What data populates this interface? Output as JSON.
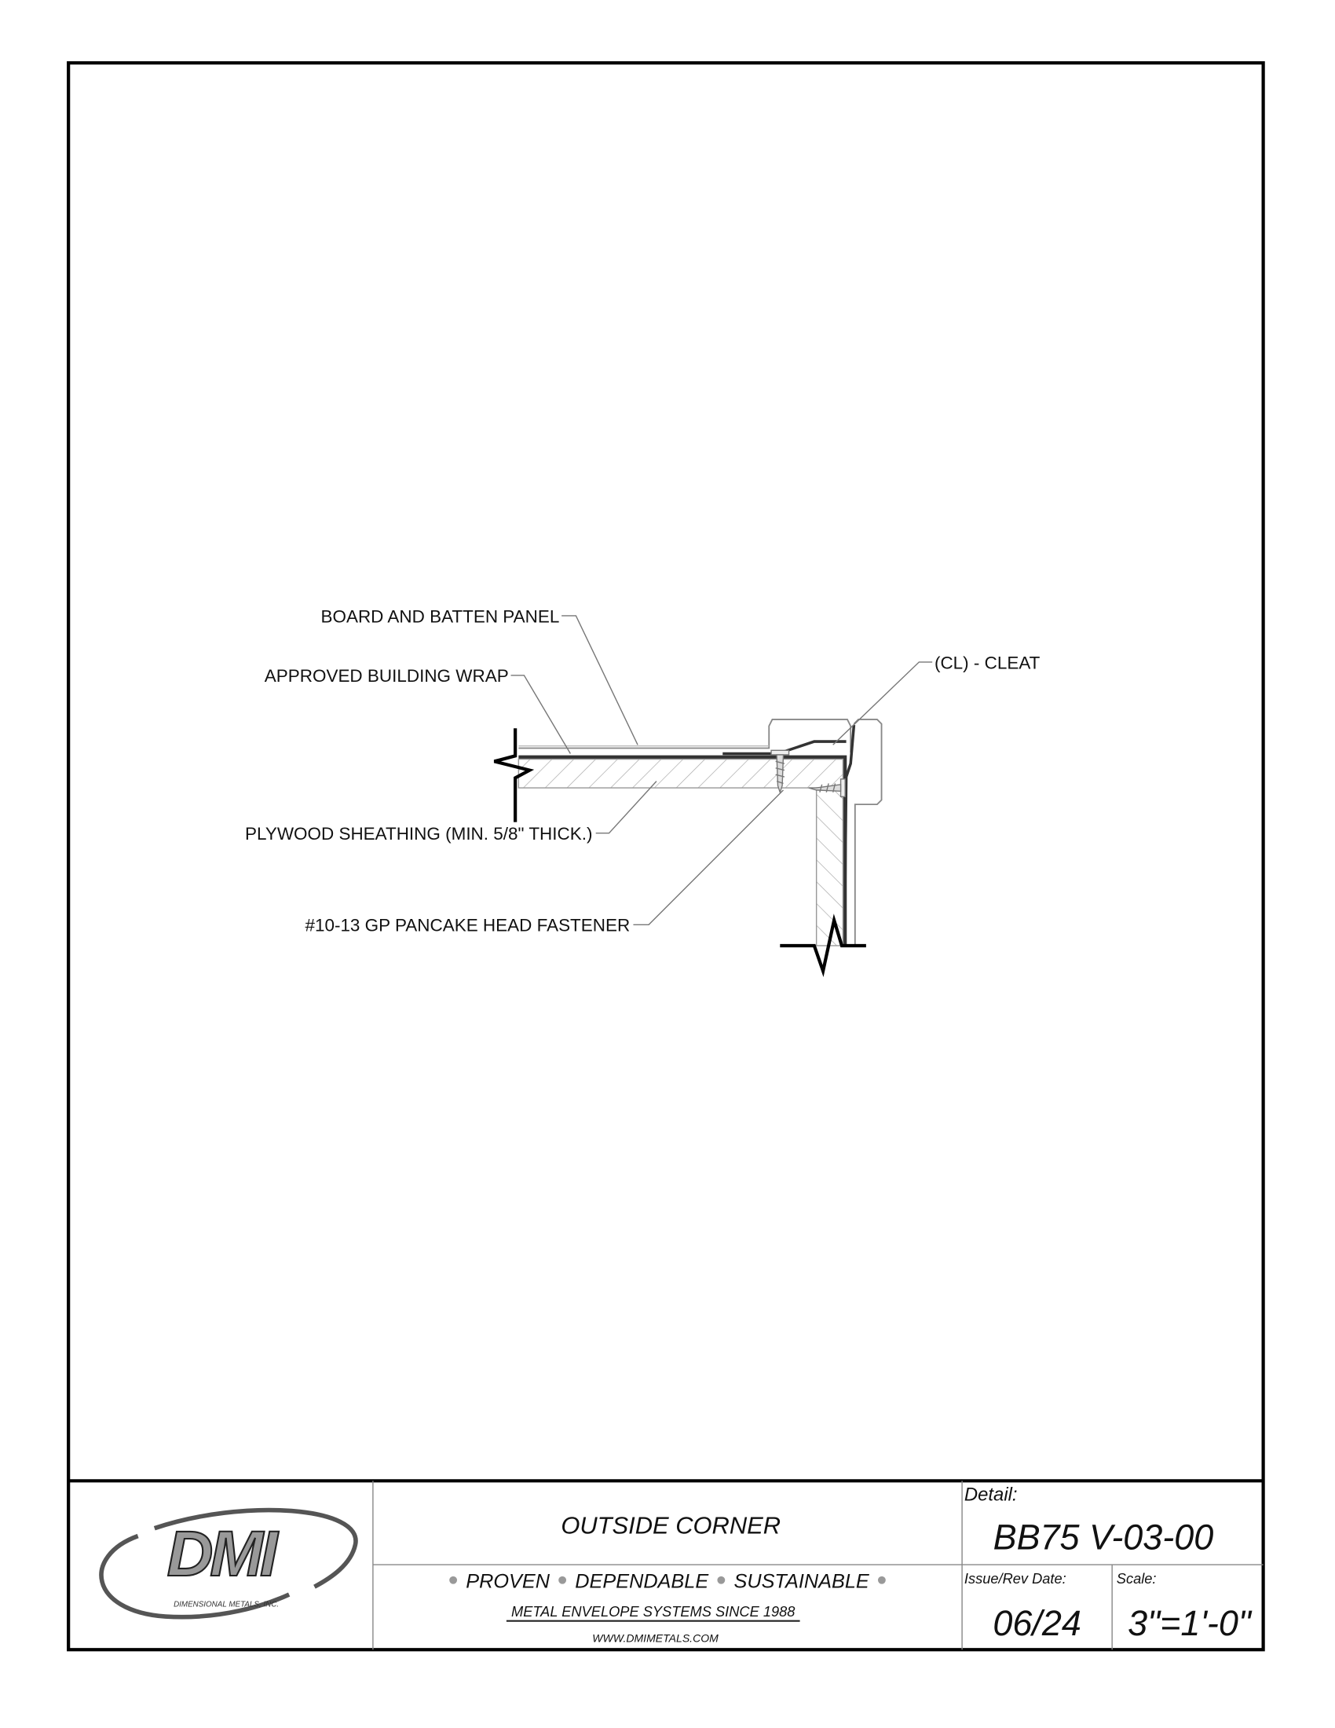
{
  "drawing": {
    "labels": {
      "panel": "BOARD AND BATTEN PANEL",
      "wrap": "APPROVED BUILDING WRAP",
      "cleat": "(CL) - CLEAT",
      "sheathing": "PLYWOOD SHEATHING (MIN. 5/8\" THICK.)",
      "fastener": "#10-13 GP PANCAKE HEAD FASTENER"
    }
  },
  "title_block": {
    "logo_text": "DMI",
    "logo_subtext": "DIMENSIONAL METALS, INC.",
    "title": "OUTSIDE CORNER",
    "tagline_1": "PROVEN",
    "tagline_2": "DEPENDABLE",
    "tagline_3": "SUSTAINABLE",
    "slogan": "METAL ENVELOPE SYSTEMS SINCE 1988",
    "website": "WWW.DMIMETALS.COM",
    "detail_label": "Detail:",
    "detail_value": "BB75 V-03-00",
    "date_label": "Issue/Rev Date:",
    "date_value": "06/24",
    "scale_label": "Scale:",
    "scale_value": "3\"=1'-0\""
  }
}
